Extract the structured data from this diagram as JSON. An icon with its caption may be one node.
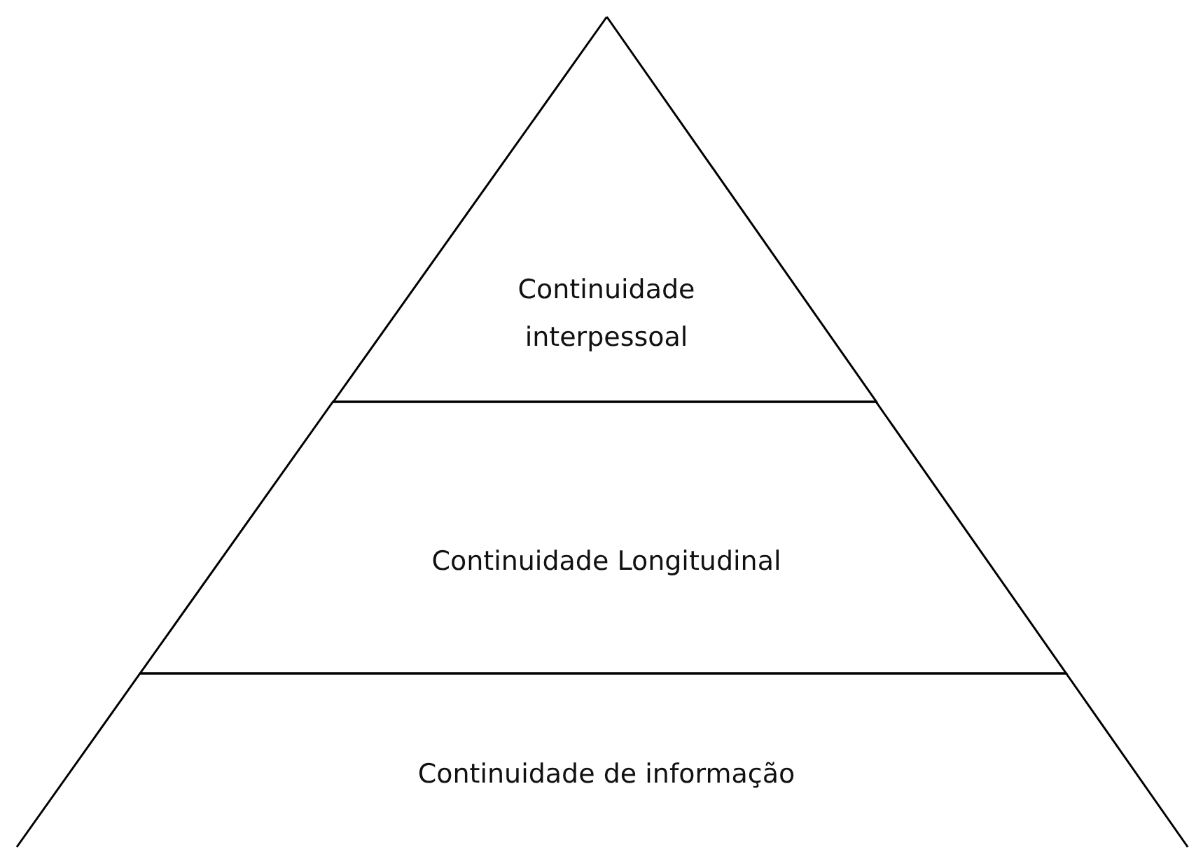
{
  "diagram": {
    "nodes": [
      {
        "text": [
          "Continuidade interpessoal"
        ]
      },
      {
        "text": [
          "Continuidade Longitudinal"
        ]
      },
      {
        "text": [
          "Continuidade de informação"
        ]
      }
    ]
  }
}
